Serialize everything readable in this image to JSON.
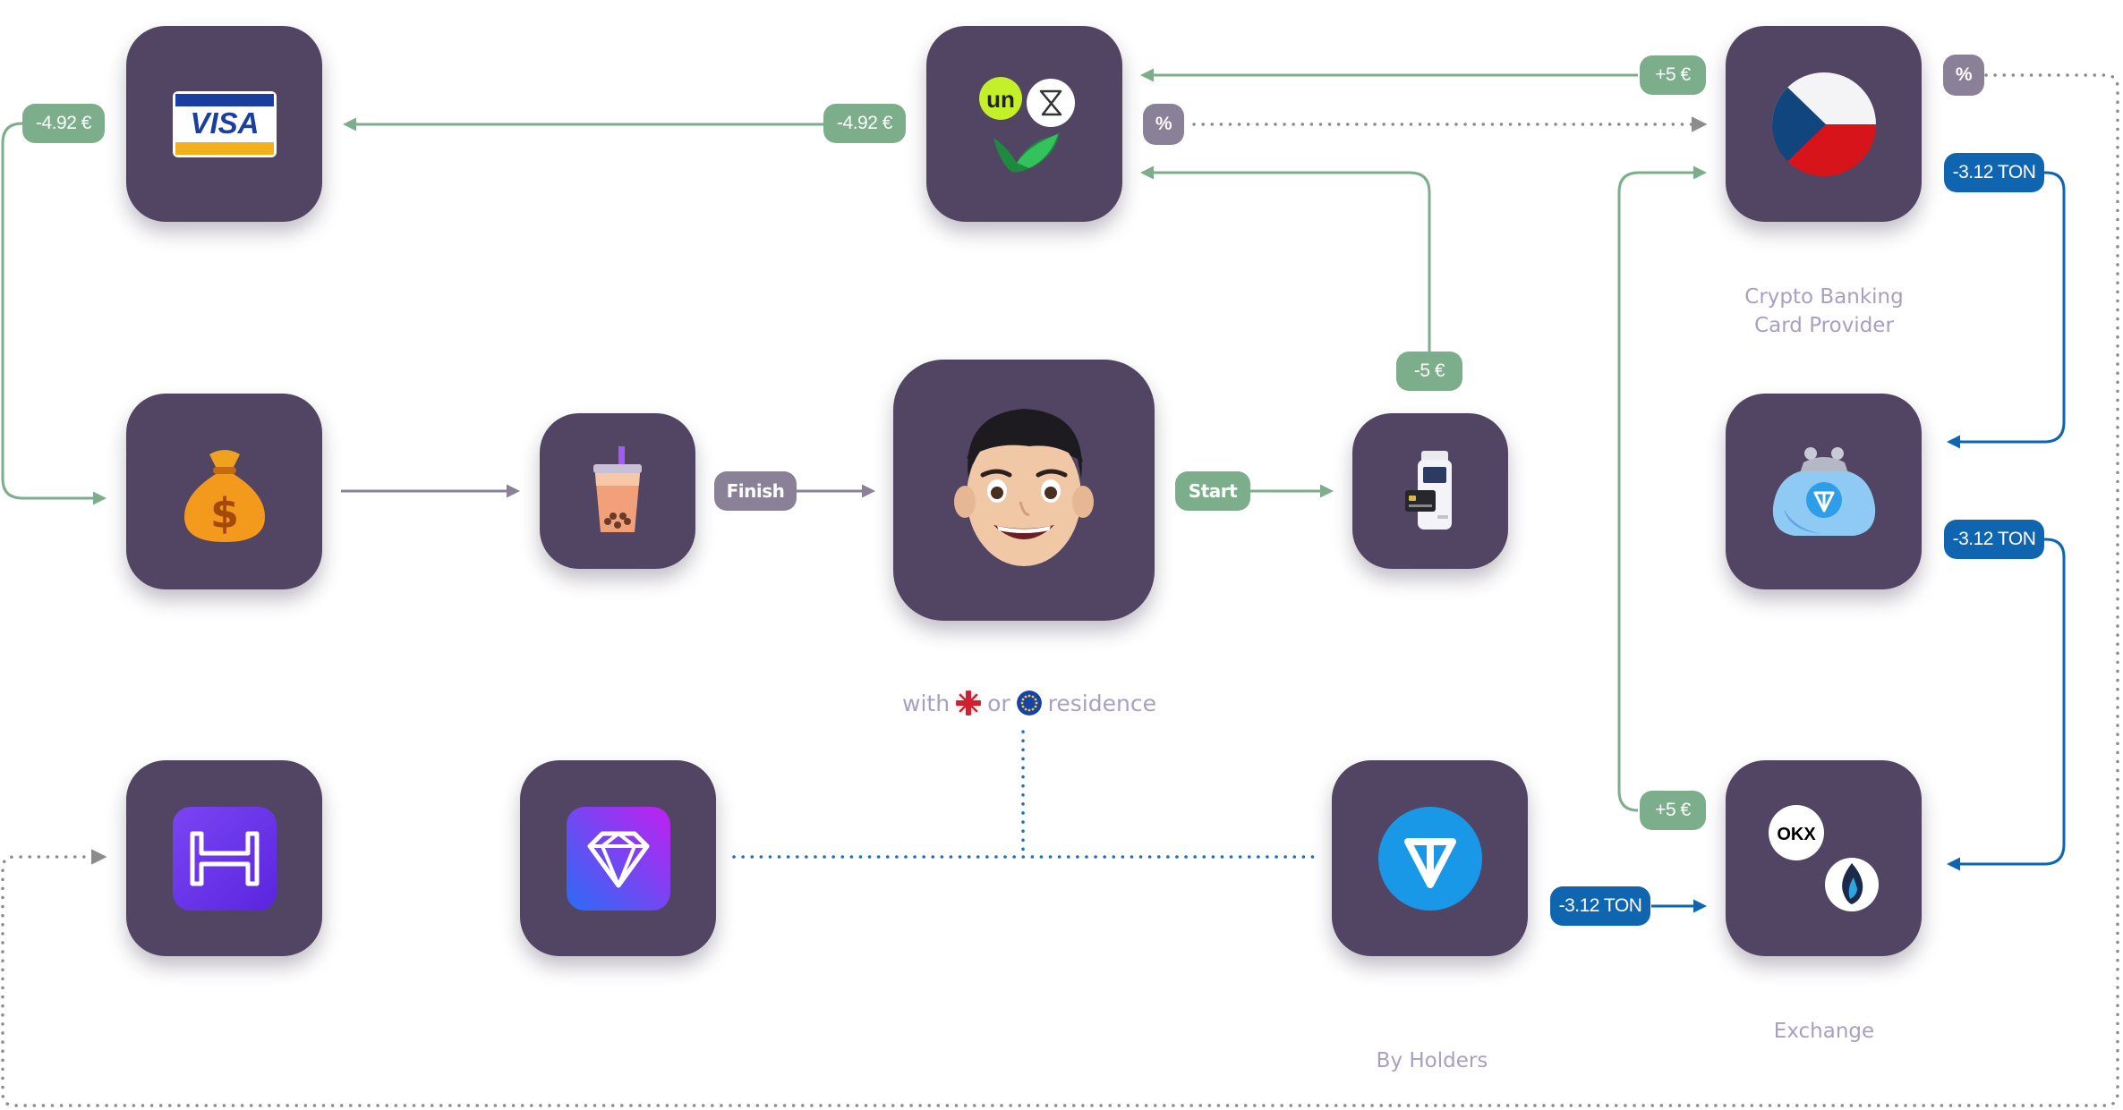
{
  "pills": {
    "visa_left": "-4.92 €",
    "visa_right": "-4.92 €",
    "fee_middle": "%",
    "fee_right": "%",
    "plus5_top": "+5 €",
    "plus5_bottom": "+5 €",
    "minus5": "-5 €",
    "finish": "Finish",
    "start": "Start",
    "ton_top": "-3.12 TON",
    "ton_middle": "-3.12 TON",
    "ton_bottom": "-3.12 TON"
  },
  "captions": {
    "crypto_line1": "Crypto Banking",
    "crypto_line2": "Card Provider",
    "exchange": "Exchange",
    "holders": "By Holders",
    "residence_with": "with",
    "residence_or": "or",
    "residence_word": "residence"
  },
  "nodes": [
    {
      "id": "visa-card",
      "icon": "visa-card-icon",
      "text": "VISA"
    },
    {
      "id": "payment-processors",
      "icon": "un-and-hourglass-and-wise-logos"
    },
    {
      "id": "czech-flag",
      "icon": "czech-flag-icon"
    },
    {
      "id": "money-bag",
      "icon": "money-bag-icon"
    },
    {
      "id": "bubble-tea",
      "icon": "bubble-tea-icon"
    },
    {
      "id": "user-avatar",
      "icon": "memoji-avatar"
    },
    {
      "id": "card-terminal",
      "icon": "card-terminal-icon"
    },
    {
      "id": "ton-wallet",
      "icon": "ton-purse-icon"
    },
    {
      "id": "holders-app",
      "icon": "holders-logo-icon"
    },
    {
      "id": "tonkeeper-app",
      "icon": "diamond-logo-icon"
    },
    {
      "id": "ton-coin",
      "icon": "ton-logo-icon"
    },
    {
      "id": "exchanges",
      "icon": "okx-and-huobi-logos",
      "text": "OKX"
    }
  ],
  "colors": {
    "node_bg": "#524563",
    "green_flow": "#7dae8c",
    "blue_flow": "#0f65b0",
    "grey_flow": "#8a8198",
    "dotted_grey": "#8c8c8c",
    "dotted_blue": "#1b6fc4",
    "caption": "#a99fc0"
  }
}
